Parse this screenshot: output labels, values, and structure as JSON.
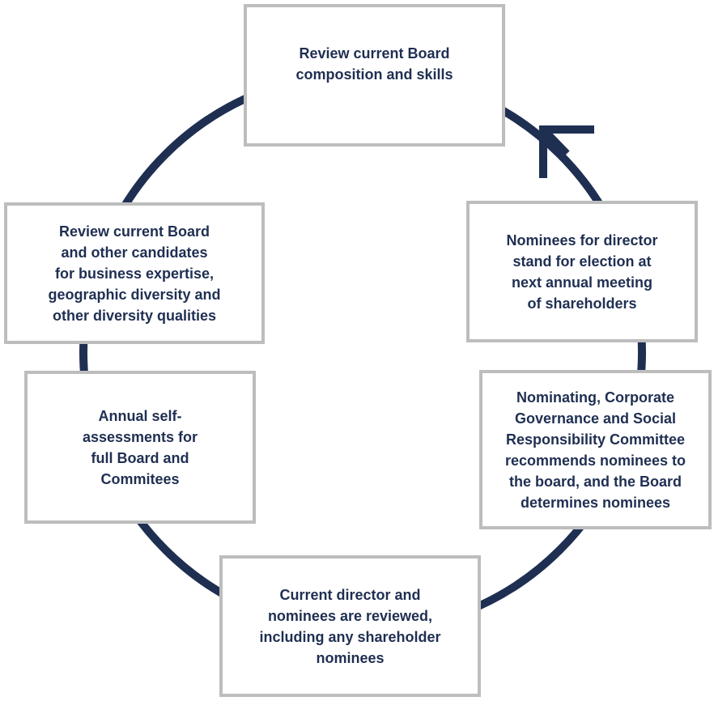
{
  "diagram": {
    "ring_color": "#1f2f52",
    "box_border_color": "#bdbdbd",
    "text_color": "#1f2f52",
    "arrow_direction": "counter-clockwise",
    "steps": [
      {
        "id": "review-composition",
        "text": "Review current Board\ncomposition and skills"
      },
      {
        "id": "election",
        "text": "Nominees for director\nstand for election at\nnext annual meeting\nof shareholders"
      },
      {
        "id": "committee-recommends",
        "text": "Nominating, Corporate\nGovernance and Social\nResponsibility Committee\nrecommends nominees to\nthe board, and the Board\ndetermines nominees"
      },
      {
        "id": "director-review",
        "text": "Current director and\nnominees are reviewed,\nincluding any shareholder\nnominees"
      },
      {
        "id": "self-assessments",
        "text": "Annual self-\nassessments for\nfull Board and\nCommitees"
      },
      {
        "id": "candidate-review",
        "text": "Review current Board\nand other candidates\nfor business expertise,\ngeographic diversity and\nother diversity qualities"
      }
    ]
  }
}
